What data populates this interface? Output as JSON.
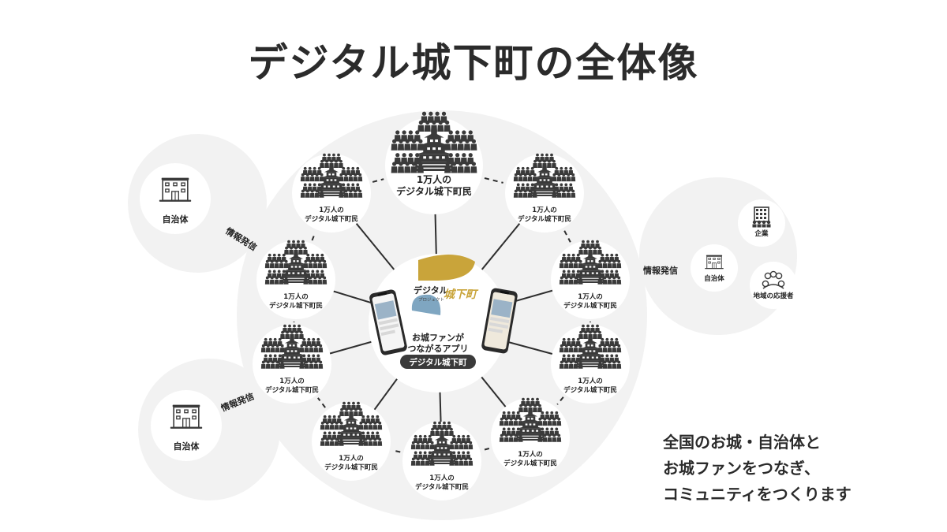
{
  "title": "デジタル城下町の全体像",
  "node_label_line1": "1万人の",
  "node_label_line2": "デジタル城下町民",
  "center": {
    "logo_main": "デジタル",
    "logo_kanji": "城下町",
    "logo_sub": "プロジェクト",
    "caption_line1": "お城ファンが",
    "caption_line2": "つながるアプリ",
    "app_name": "デジタル城下町"
  },
  "left_top": {
    "label": "自治体",
    "link_label": "情報発信"
  },
  "left_bottom": {
    "label": "自治体",
    "link_label": "情報発信"
  },
  "right": {
    "link_label": "情報発信",
    "items": [
      {
        "label": "企業",
        "icon": "office-building-icon"
      },
      {
        "label": "自治体",
        "icon": "city-hall-icon"
      },
      {
        "label": "地域の応援者",
        "icon": "supporters-icon"
      }
    ]
  },
  "tagline": [
    "全国のお城・自治体と",
    "お城ファンをつなぎ、",
    "コミュニティをつくります"
  ],
  "colors": {
    "backdrop": "#f2f2f2",
    "node_fill": "#ffffff",
    "icon": "#3a3a3a",
    "gold": "#c9a43a",
    "blue": "#7fa6c1",
    "pill": "#3a3a3a"
  }
}
